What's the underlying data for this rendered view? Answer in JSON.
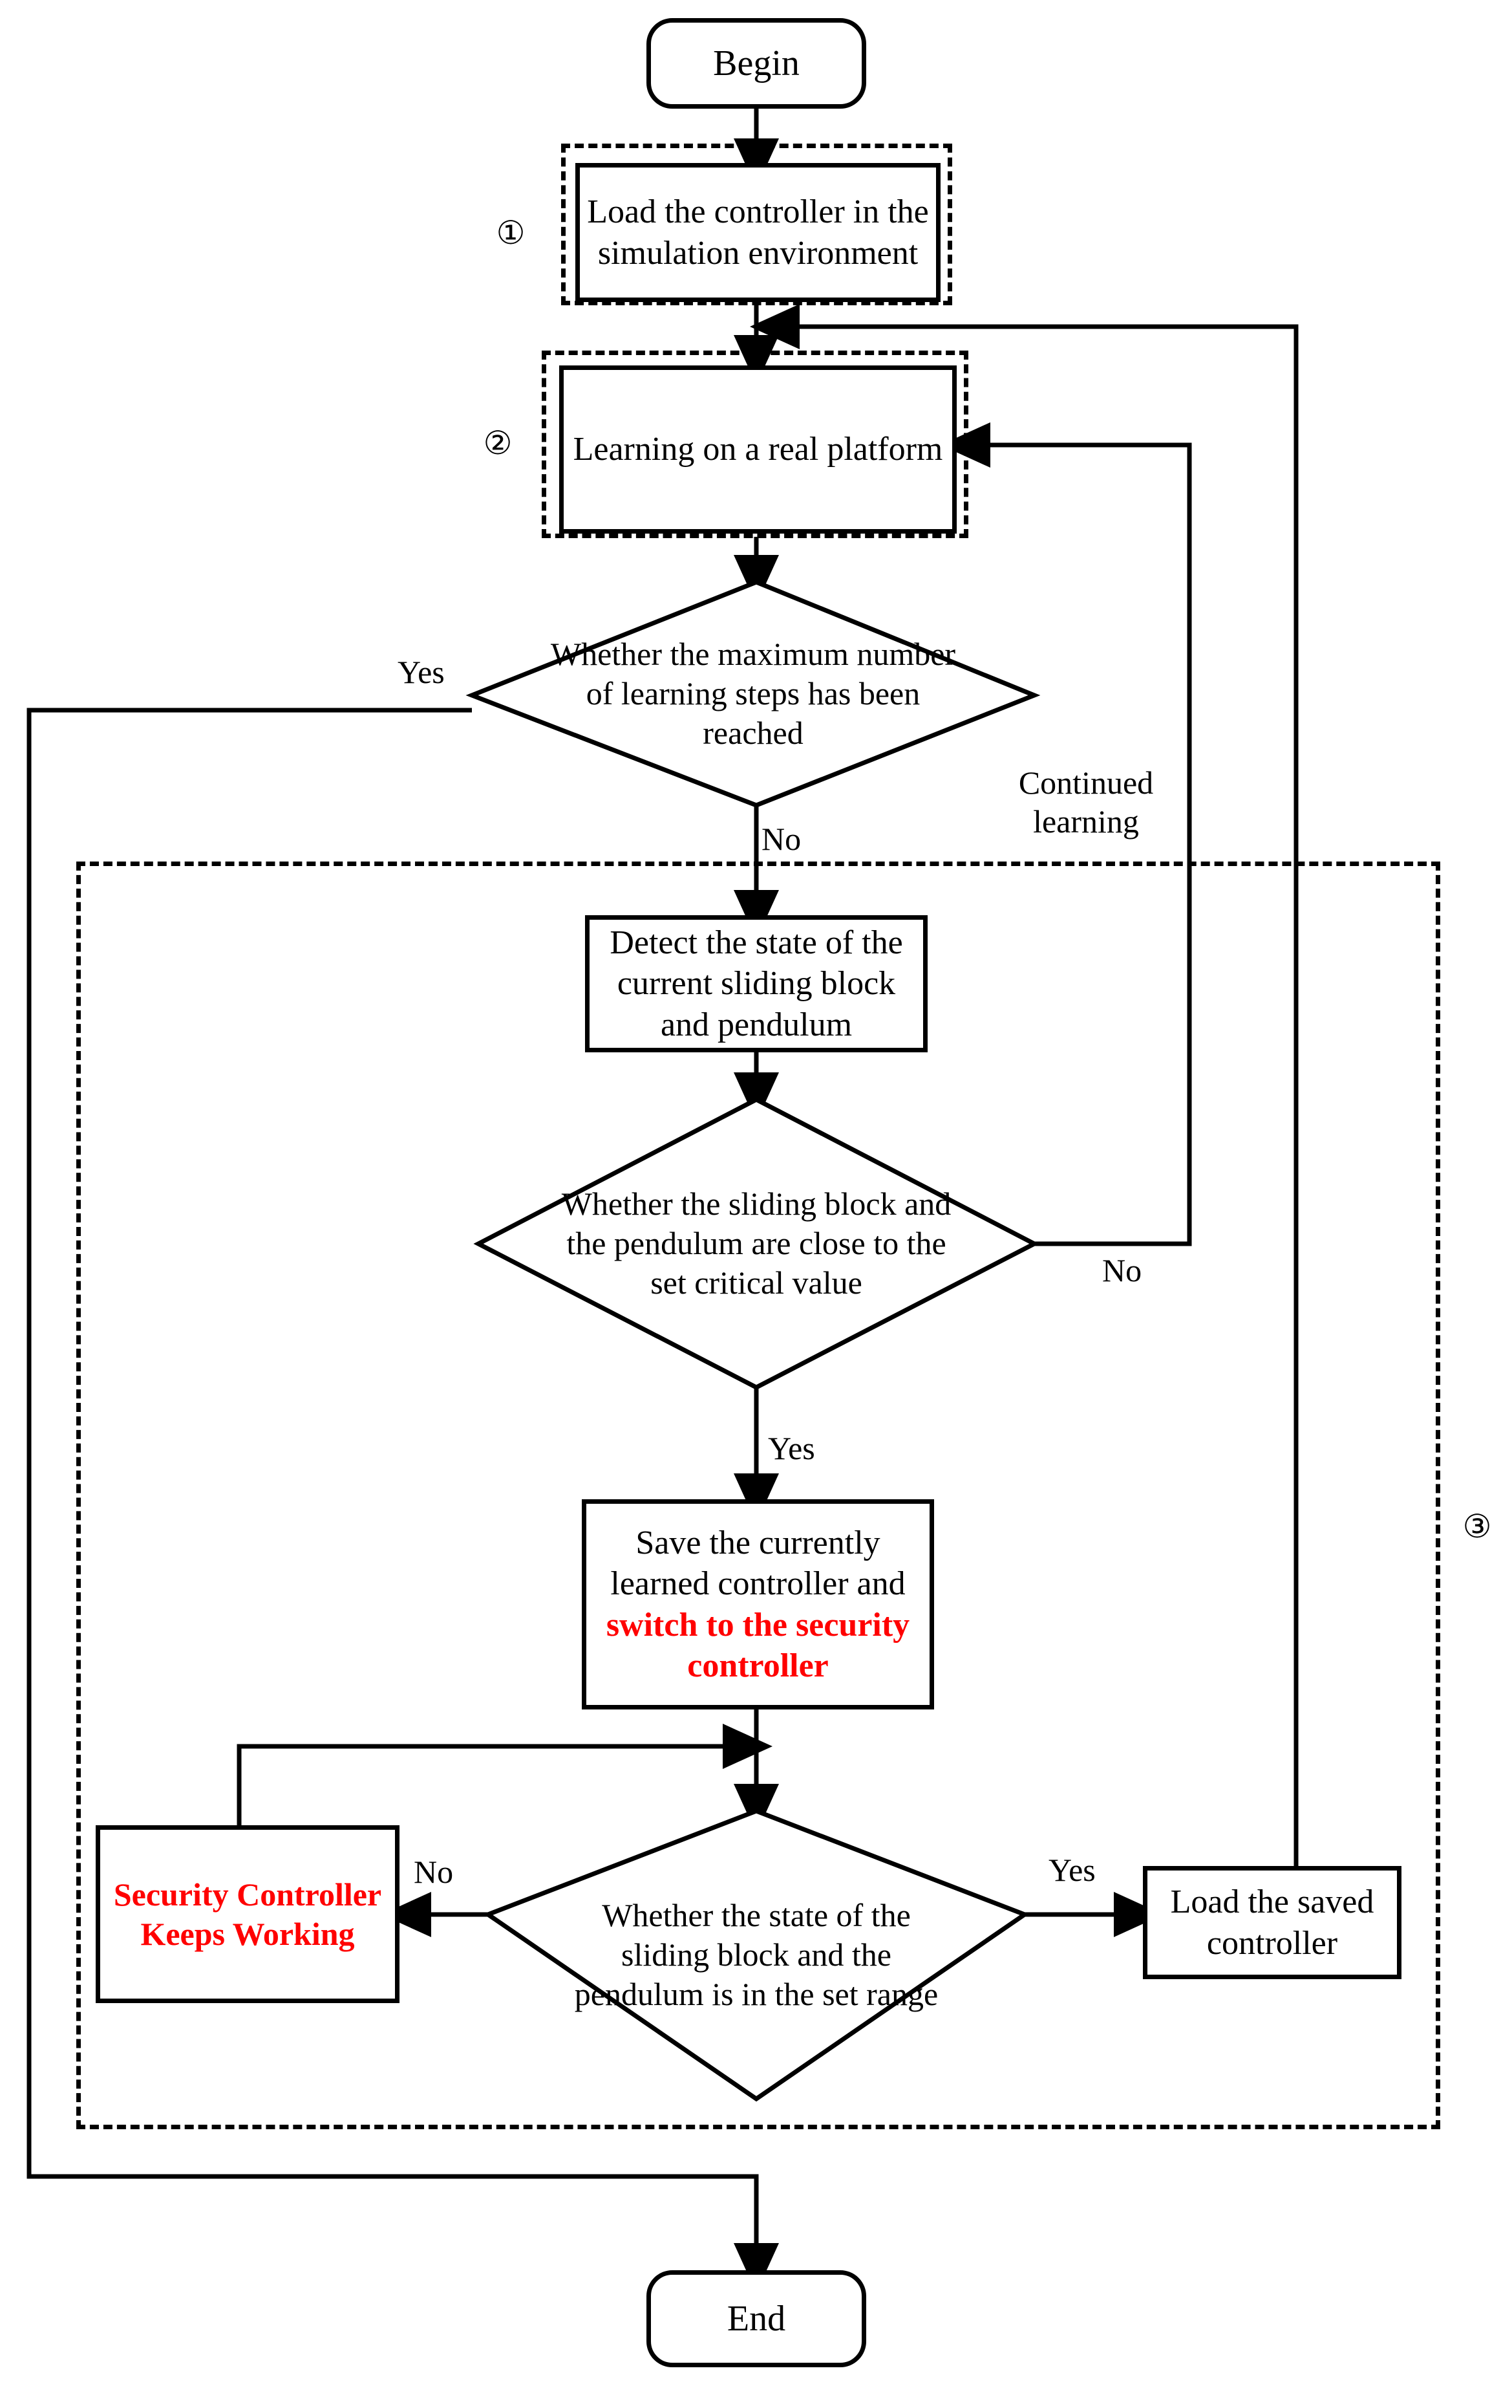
{
  "diagram": {
    "title_hidden": "",
    "nodes": {
      "begin": "Begin",
      "load_sim": "Load the controller in the simulation environment",
      "learn_real": "Learning on a real platform",
      "d_maxsteps": "Whether the maximum number of learning steps has been reached",
      "detect_state": "Detect the state of the current sliding block and pendulum",
      "d_critical": "Whether the sliding block and the pendulum are close to the set critical value",
      "save_ctrl_black": "Save the currently learned controller and",
      "save_ctrl_red": "switch to the security controller",
      "d_inrange": "Whether the state of the sliding block and the pendulum is in the set range",
      "security_keeps": "Security Controller Keeps Working",
      "load_saved": "Load the saved controller",
      "end": "End"
    },
    "group_markers": {
      "one": "①",
      "two": "②",
      "three": "③"
    },
    "edge_labels": {
      "yes_maxsteps": "Yes",
      "no_maxsteps": "No",
      "continued_learning": "Continued learning",
      "no_critical": "No",
      "yes_critical": "Yes",
      "no_inrange": "No",
      "yes_inrange": "Yes"
    },
    "colors": {
      "stroke": "#000000",
      "accent_red": "#FF0000",
      "background": "#FFFFFF"
    }
  }
}
